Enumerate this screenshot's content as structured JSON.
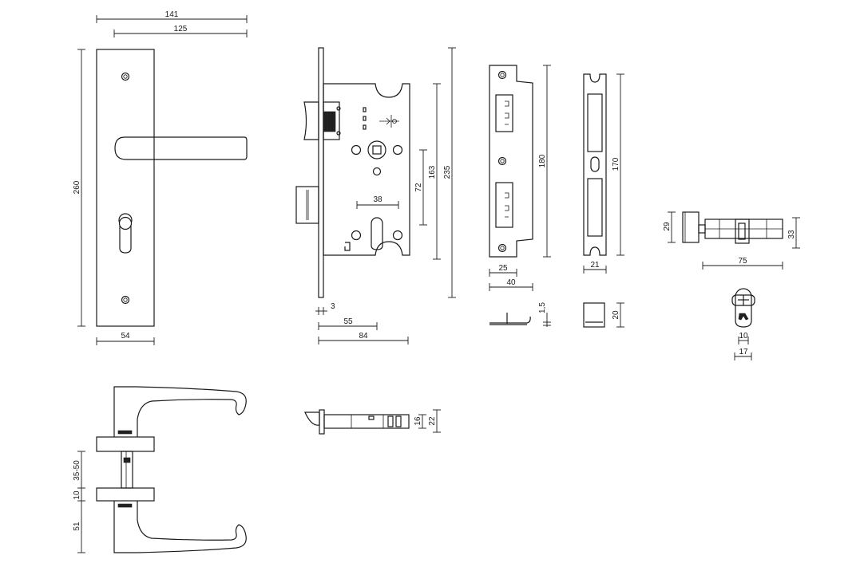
{
  "dimensions": {
    "plate_width_total": "141",
    "plate_hole_spacing": "125",
    "plate_height": "260",
    "plate_width": "54",
    "lock_center_distance": "72",
    "lock_body_height": "163",
    "faceplate_length": "235",
    "spindle_to_cylinder": "38",
    "faceplate_thickness": "3",
    "backset": "55",
    "lock_depth": "84",
    "strike_length": "180",
    "strike_width": "25",
    "strike_depth": "40",
    "strike_thickness": "1,5",
    "box_length": "170",
    "box_width": "21",
    "box_depth": "20",
    "cylinder_knob_dia": "29",
    "cylinder_height": "33",
    "cylinder_length": "75",
    "cylinder_cam_width": "10",
    "cylinder_width": "17",
    "door_thickness": "35-50",
    "rose_thickness": "10",
    "lever_projection": "51",
    "latch_pin_dia": "16",
    "latch_dia": "22"
  },
  "brand_mark": "brand-logo"
}
